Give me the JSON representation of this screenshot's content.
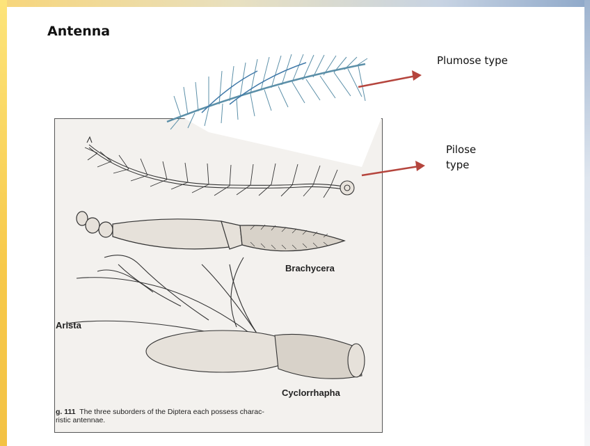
{
  "slide": {
    "title": "Antenna"
  },
  "callouts": {
    "plumose": "Plumose type",
    "pilose_line1": "Pilose",
    "pilose_line2": "type"
  },
  "figure": {
    "labels": {
      "brachycera": "Brachycera",
      "arista": "Arista",
      "cyclorrhapha": "Cyclorrhapha"
    },
    "caption_number": "g. 111",
    "caption_text": "The three suborders of the Diptera each possess charac-",
    "caption_text_2": "ristic antennae."
  },
  "colors": {
    "arrow": "#b5453d",
    "plumose_sketch": "#5b8fa8",
    "line_art": "#333333"
  }
}
